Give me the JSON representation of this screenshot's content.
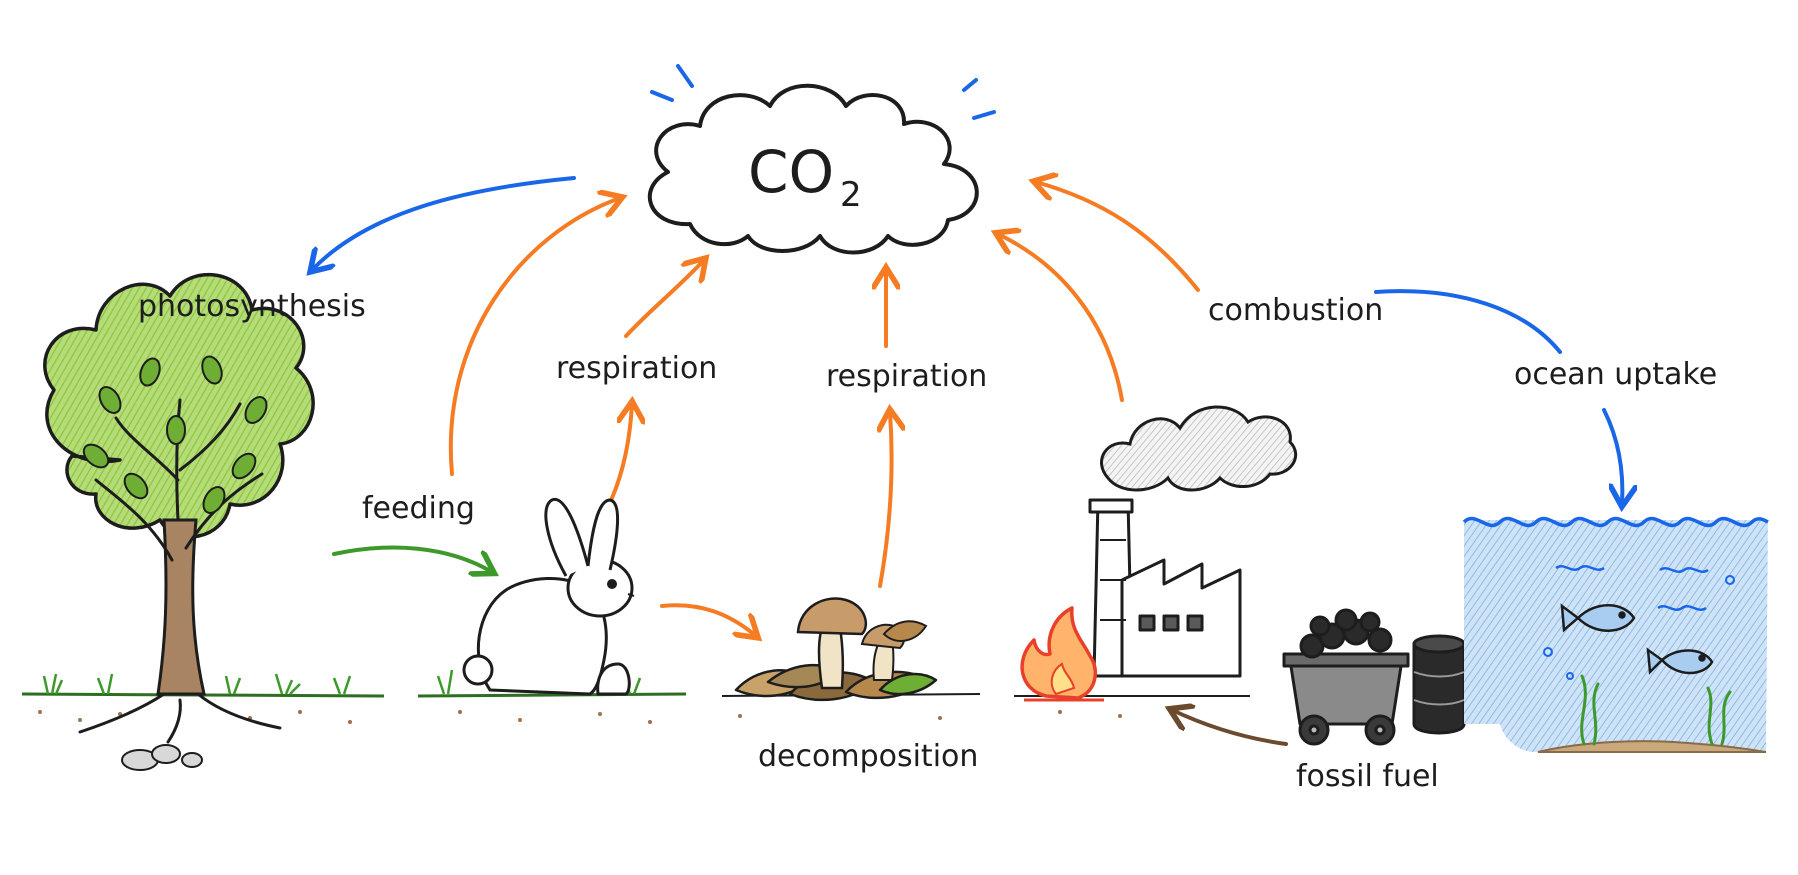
{
  "diagram": {
    "title_gas": "CO",
    "title_subscript": "2",
    "labels": {
      "photosynthesis": "photosynthesis",
      "feeding": "feeding",
      "respiration_animal": "respiration",
      "respiration_decomposers": "respiration",
      "decomposition": "decomposition",
      "combustion": "combustion",
      "ocean_uptake": "ocean uptake",
      "fossil_fuel": "fossil fuel"
    },
    "colors": {
      "release_arrow": "#f57c22",
      "uptake_arrow": "#1a66e8",
      "feeding_arrow": "#3d9a2a",
      "fossil_arrow": "#6b4a2e",
      "outline": "#1d1d1d",
      "leaf_green": "#8cc63f",
      "trunk_brown": "#8a6a4a",
      "water_blue": "#a9cdf0",
      "flame_red": "#e8402a"
    },
    "icons": [
      "co2-cloud-icon",
      "tree-icon",
      "rabbit-icon",
      "mushroom-leaf-litter-icon",
      "factory-icon",
      "fire-icon",
      "coal-cart-icon",
      "oil-barrel-icon",
      "oil-drop-icon",
      "ocean-icon",
      "fish-icon"
    ]
  }
}
